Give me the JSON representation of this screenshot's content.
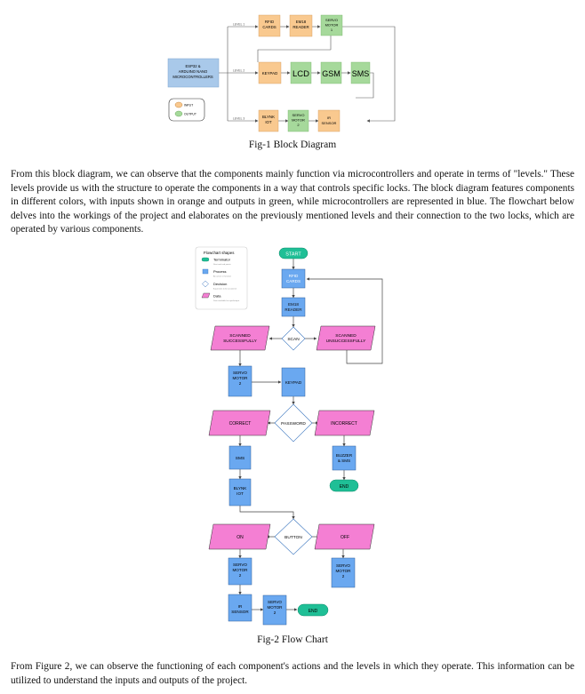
{
  "fig1": {
    "caption": "Fig-1 Block Diagram",
    "microcontroller": [
      "ESP32 &",
      "ARDUINO NANO",
      "MICROCONTROLLERS"
    ],
    "legend": {
      "input": "INPUT",
      "output": "OUTPUT"
    },
    "levels": [
      "LEVEL 1",
      "LEVEL 2",
      "LEVEL 3"
    ],
    "row1": {
      "rfid": [
        "RFID",
        "CARDS"
      ],
      "em18": [
        "EM18",
        "READER"
      ],
      "servo": [
        "SERVO",
        "MOTOR",
        "1"
      ]
    },
    "row2": {
      "keypad": "KEYPAD",
      "lcd": "LCD",
      "gsm": "GSM",
      "sms": "SMS"
    },
    "row3": {
      "blynk": [
        "BLYNK",
        "IOT"
      ],
      "servo": [
        "SERVO",
        "MOTOR",
        "2"
      ],
      "ir": [
        "IR",
        "SENSOR"
      ]
    },
    "colors": {
      "input": "#f9c98f",
      "output": "#a6d99b",
      "micro": "#a9c9ea"
    }
  },
  "paragraph1": "From this block diagram, we can observe that the components mainly function via microcontrollers and operate in terms of \"levels.\" These levels provide us with the structure to operate the components in a way that controls specific locks. The block diagram features components in different colors, with inputs shown in orange and outputs in green, while microcontrollers are represented in blue. The flowchart below delves into the workings of the project and elaborates on the previously mentioned levels and their connection to the two locks, which are operated by various components.",
  "fig2": {
    "caption": "Fig-2 Flow Chart",
    "legend": {
      "title": "Flowchart shapes",
      "items": [
        {
          "name": "Terminator",
          "desc": "Start and end points"
        },
        {
          "name": "Process",
          "desc": "An action or function"
        },
        {
          "name": "Decision",
          "desc": "A question to be answered"
        },
        {
          "name": "Data",
          "desc": "Data available for input/output"
        }
      ]
    },
    "start": "START",
    "rfid": [
      "RFID",
      "CARDS"
    ],
    "em18": [
      "EM18",
      "READER"
    ],
    "scan": "SCAN",
    "scanned_ok": [
      "SCANNED",
      "SUCCESSFULLY"
    ],
    "scanned_fail": [
      "SCANNED",
      "UNSUCCESSFULLY"
    ],
    "servo2_a": [
      "SERVO",
      "MOTOR",
      "2"
    ],
    "keypad": "KEYPAD",
    "password": "PASSWORD",
    "correct": "CORRECT",
    "incorrect": "INCORRECT",
    "sms": "SMS",
    "buzzer": [
      "BUZZER",
      "& SMS"
    ],
    "end1": "END",
    "blynk": [
      "BLYNK",
      "IOT"
    ],
    "button": "BUTTON",
    "on": "ON",
    "off": "OFF",
    "servo2_b": [
      "SERVO",
      "MOTOR",
      "2"
    ],
    "servo2_c": [
      "SERVO",
      "MOTOR",
      "2"
    ],
    "ir": [
      "IR",
      "SENSOR"
    ],
    "servo2_d": [
      "SERVO",
      "MOTOR",
      "2"
    ],
    "end2": "END",
    "colors": {
      "terminator": "#1fbf96",
      "process": "#6aa8f0",
      "data": "#f47fd3",
      "decision": "#ffffff"
    }
  },
  "paragraph2": "From Figure 2, we can observe the functioning of each component's actions and the levels in which they operate. This information can be utilized to understand the inputs and outputs of the project."
}
